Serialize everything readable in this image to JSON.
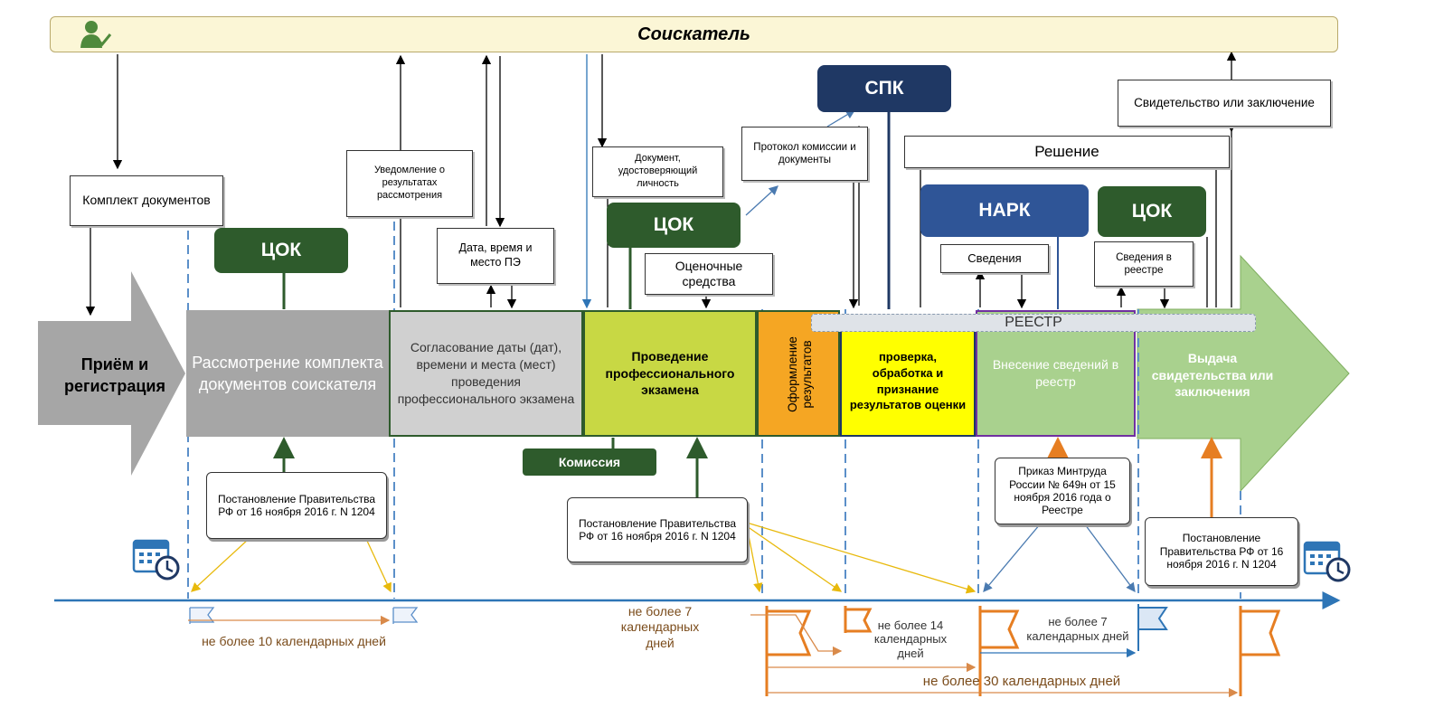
{
  "applicant": {
    "label": "Соискатель",
    "icon": "user-check-icon"
  },
  "colors": {
    "dark_green": "#2e5b2c",
    "dark_navy": "#1f3864",
    "mid_blue": "#2f5597",
    "timeline_blue": "#2e75b6",
    "orange": "#e67e22",
    "yellow_line": "#f1c40f"
  },
  "orgs": {
    "cok_1": "ЦОК",
    "cok_2": "ЦОК",
    "cok_3": "ЦОК",
    "spk": "СПК",
    "nark": "НАРК",
    "komissiya": "Комиссия"
  },
  "notes": {
    "komplekt": "Комплект документов",
    "uvedomlenie": "Уведомление о результатах рассмотрения",
    "data_vremya": "Дата, время и место ПЭ",
    "dokument": "Документ, удостоверяющий личность",
    "otsenochnye": "Оценочные средства",
    "protokol": "Протокол комиссии и документы",
    "reshenie": "Решение",
    "svidetelstvo": "Свидетельство или заключение",
    "svedeniya": "Сведения",
    "svedeniya_reestr": "Сведения в реестре",
    "reestr": "РЕЕСТР"
  },
  "stages": {
    "priem": "Приём и регистрация",
    "rassmotrenie": "Рассмотрение комплекта документов соискателя",
    "soglasovanie": "Согласование даты (дат), времени и места (мест) проведения профессионального экзамена",
    "provedenie": "Проведение профессионального экзамена",
    "oformlenie": "Оформление результатов",
    "proverka": "проверка, обработка и признание результатов оценки",
    "vnesenie": "Внесение сведений в реестр",
    "vydacha": "Выдача свидетельства или заключения"
  },
  "regulations": {
    "post_1": "Постановление Правительства РФ от 16 ноября 2016 г. N 1204",
    "post_2": "Постановление Правительства РФ от 16 ноября 2016 г. N 1204",
    "prikaz": "Приказ Минтруда России № 649н от 15 ноября 2016 года о Реестре",
    "post_3": "Постановление Правительства РФ от 16 ноября 2016 г. N 1204"
  },
  "deadlines": {
    "d10": "не более 10 календарных дней",
    "d7a": "не более 7 календарных дней",
    "d14": "не более 14 календарных дней",
    "d7b": "не более 7 календарных дней",
    "d30": "не более 30 календарных дней"
  }
}
